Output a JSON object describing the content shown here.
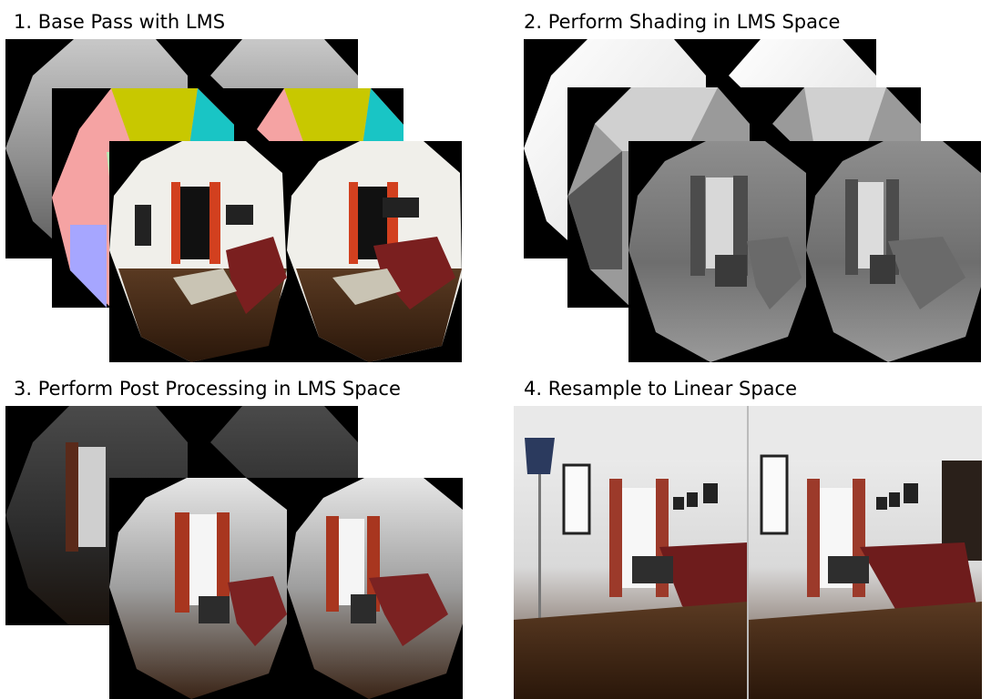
{
  "steps": [
    {
      "title": "1. Base Pass with LMS"
    },
    {
      "title": "2. Perform Shading in LMS Space"
    },
    {
      "title": "3. Perform Post Processing in LMS Space"
    },
    {
      "title": "4. Resample to Linear Space"
    }
  ]
}
